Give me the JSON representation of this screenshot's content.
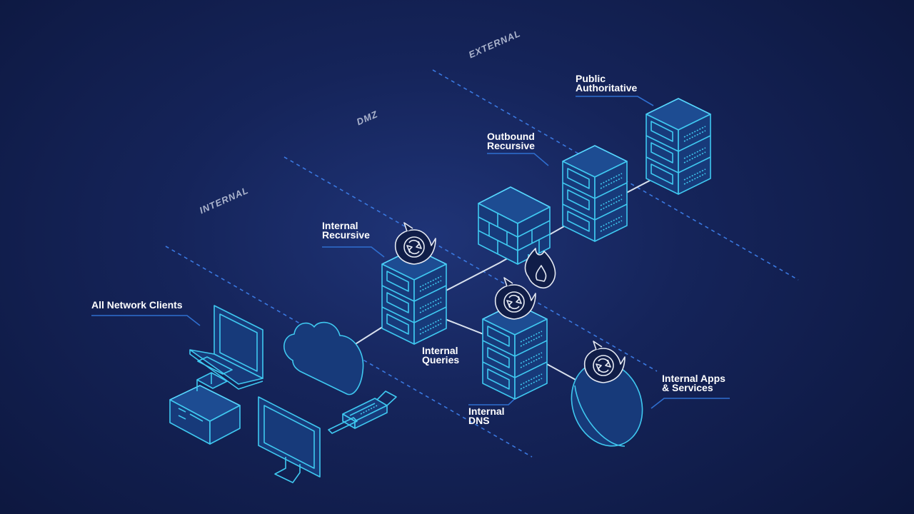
{
  "zones": {
    "internal": "INTERNAL",
    "dmz": "DMZ",
    "external": "EXTERNAL"
  },
  "labels": {
    "public_authoritative": [
      "Public",
      "Authoritative"
    ],
    "outbound_recursive": [
      "Outbound",
      "Recursive"
    ],
    "internal_recursive": [
      "Internal",
      "Recursive"
    ],
    "all_network_clients": "All Network Clients",
    "internal_queries": [
      "Internal",
      "Queries"
    ],
    "internal_dns": [
      "Internal",
      "DNS"
    ],
    "internal_apps": [
      "Internal Apps",
      "& Services"
    ]
  },
  "colors": {
    "background": "#15245a",
    "icon_stroke": "#3fc8f0",
    "leader_line": "#2f6fd0",
    "connection": "#d9e1ee"
  },
  "icons": [
    "server-rack-icon",
    "firewall-icon",
    "cloud-icon",
    "laptop-icon",
    "printer-icon",
    "monitor-icon",
    "card-reader-icon",
    "dns-shield-icon",
    "database-icon"
  ]
}
